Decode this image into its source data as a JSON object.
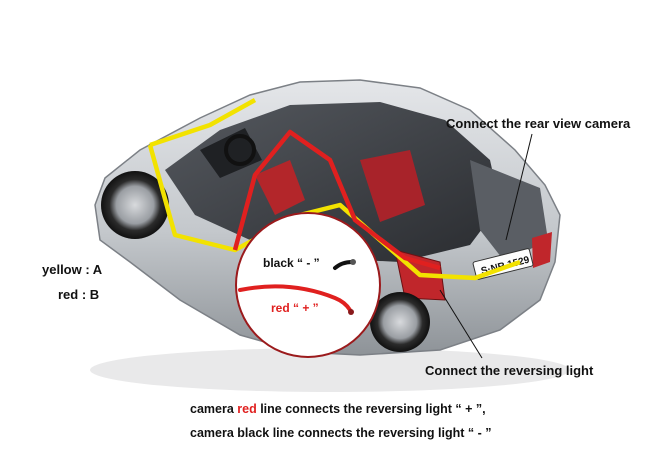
{
  "labels": {
    "rear_camera": "Connect the rear view camera",
    "reversing_light": "Connect the reversing light"
  },
  "legend": {
    "yellow": "yellow : A",
    "red": "red : B"
  },
  "inset": {
    "black_wire": "black “ - ”",
    "red_wire": "red “ + ”"
  },
  "notes": {
    "line1_prefix": "camera ",
    "line1_highlight": "red",
    "line1_suffix": " line connects the reversing light  “ + ”,",
    "line2": "camera black line connects the reversing light “ - ”"
  },
  "license_plate": "S·NR 1529",
  "colors": {
    "wire_yellow": "#f2e200",
    "wire_red": "#e0201f",
    "car_body": "#c9ccd0",
    "interior": "#3b3e43"
  }
}
